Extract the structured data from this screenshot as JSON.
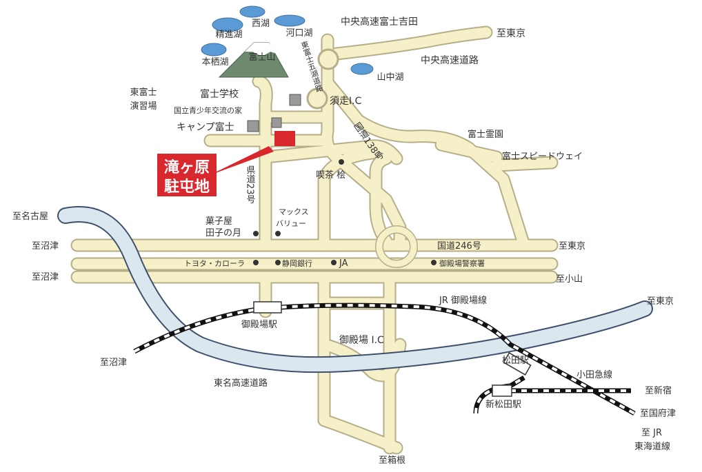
{
  "colors": {
    "road_fill": "#f5f0c8",
    "road_edge": "#b5ae88",
    "river_fill": "#dbe7ef",
    "river_edge": "#3d4f6b",
    "lake": "#5b9bd5",
    "rail_dark": "#111111",
    "highlight": "#d9272e",
    "building": "#999999",
    "text": "#333333"
  },
  "mountain_labels": [
    "富士山"
  ],
  "lakes": [
    "精進湖",
    "西湖",
    "河口湖",
    "本栖湖",
    "山中湖"
  ],
  "destinations": {
    "tokyo_chuo": "至東京",
    "nagoya": "至名古屋",
    "numazu_1": "至沼津",
    "numazu_2": "至沼津",
    "numazu_3": "至沼津",
    "tokyo_246": "至東京",
    "oyama": "至小山",
    "tokyo_tomei": "至東京",
    "shinjuku": "至新宿",
    "kozu": "至国府津",
    "hakone": "至箱根",
    "jr_tokaido": [
      "至 JR",
      "東海道線"
    ]
  },
  "roads": {
    "chuo_fujiyoshida": "中央高速富士吉田",
    "chuo_expressway": "中央高速道路",
    "higashi_fuji_goko": "東富士五湖道路",
    "route138": "国道138号",
    "prefectural23": "県道23号",
    "route246": "国道246号",
    "tomei": "東名高速道路",
    "fuji_speedway": "富士スピードウェイ"
  },
  "interchanges": [
    "須走I.C",
    "御殿場 I.C"
  ],
  "places": {
    "fuji_school": "富士学校",
    "youth_house": "国立青少年交流の家",
    "camp_fuji": "キャンプ富士",
    "higashi_fuji_training": [
      "東富士",
      "演習場"
    ],
    "fuji_reien": "富士霊園",
    "kissa_kai": "喫茶 桧",
    "maxvalu": [
      "マックス",
      "バリュー"
    ],
    "kashiya": [
      "菓子屋",
      "田子の月"
    ],
    "toyota": "トヨタ・カローラ",
    "shizuoka_bank": "静岡銀行",
    "ja": "JA",
    "police": "御殿場警察署"
  },
  "railways": {
    "jr_gotemba_line": "JR 御殿場線",
    "odakyu_line": "小田急線",
    "gotemba_station": "御殿場駅",
    "matsuda_station": "松田駅",
    "shin_matsuda_station": "新松田駅"
  },
  "highlight": [
    "滝ヶ原",
    "駐屯地"
  ]
}
